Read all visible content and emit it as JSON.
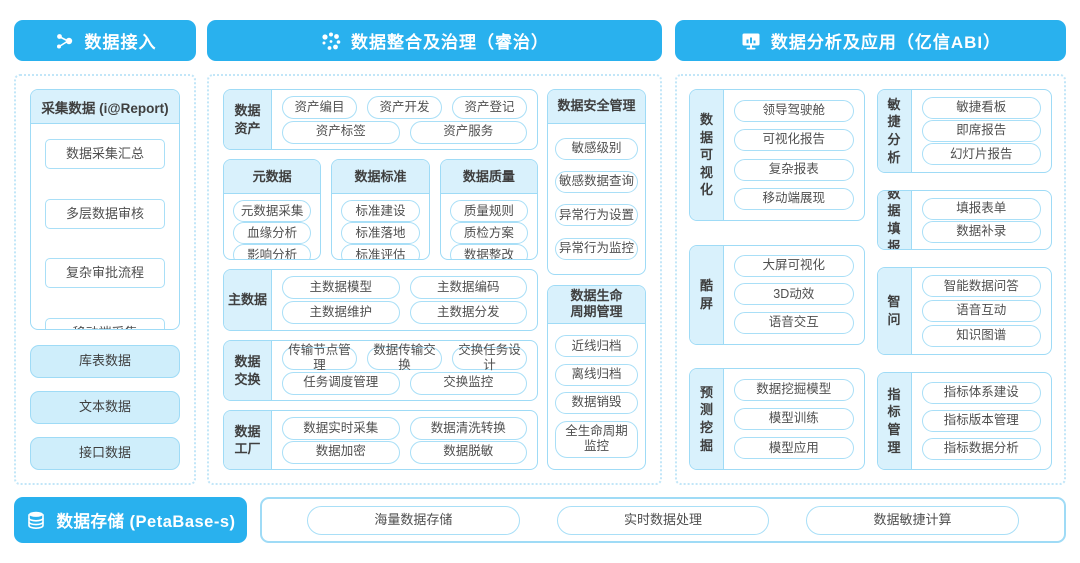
{
  "colors": {
    "header_blue": "#29b1ee",
    "light_fill": "#d9f1fc",
    "group_border": "#9fdbf6",
    "pill_border": "#a9dff7",
    "text_dark": "#4a4a4a"
  },
  "headers": {
    "access": "数据接入",
    "governance": "数据整合及治理（睿治）",
    "analysis": "数据分析及应用（亿信ABI）",
    "storage": "数据存储 (PetaBase-s)"
  },
  "icons": {
    "access": "share-nodes-icon",
    "governance": "dots-cluster-icon",
    "analysis": "monitor-chart-icon",
    "storage": "database-icon"
  },
  "access": {
    "card_title": "采集数据 (i@Report)",
    "card_items": [
      "数据采集汇总",
      "多层数据审核",
      "复杂审批流程",
      "移动端采集"
    ],
    "sources": [
      "库表数据",
      "文本数据",
      "接口数据"
    ]
  },
  "governance": {
    "asset": {
      "label": "数据\n资产",
      "row1": [
        "资产编目",
        "资产开发",
        "资产登记"
      ],
      "row2": [
        "资产标签",
        "资产服务"
      ]
    },
    "meta": {
      "title": "元数据",
      "items": [
        "元数据采集",
        "血缘分析",
        "影响分析"
      ]
    },
    "standard": {
      "title": "数据标准",
      "items": [
        "标准建设",
        "标准落地",
        "标准评估"
      ]
    },
    "quality": {
      "title": "数据质量",
      "items": [
        "质量规则",
        "质检方案",
        "数据整改"
      ]
    },
    "master": {
      "label": "主数据",
      "row1": [
        "主数据模型",
        "主数据编码"
      ],
      "row2": [
        "主数据维护",
        "主数据分发"
      ]
    },
    "exchange": {
      "label": "数据\n交换",
      "row1": [
        "传输节点管理",
        "数据传输交换",
        "交换任务设计"
      ],
      "row2": [
        "任务调度管理",
        "交换监控"
      ]
    },
    "factory": {
      "label": "数据\n工厂",
      "row1": [
        "数据实时采集",
        "数据清洗转换"
      ],
      "row2": [
        "数据加密",
        "数据脱敏"
      ]
    },
    "security": {
      "title": "数据安全管理",
      "items": [
        "敏感级别",
        "敏感数据查询",
        "异常行为设置",
        "异常行为监控"
      ]
    },
    "lifecycle": {
      "title": "数据生命\n周期管理",
      "items": [
        "近线归档",
        "离线归档",
        "数据销毁",
        "全生命周期\n监控"
      ]
    }
  },
  "analysis": {
    "visualization": {
      "label": "数据可视化",
      "items": [
        "领导驾驶舱",
        "可视化报告",
        "复杂报表",
        "移动端展现"
      ]
    },
    "coolscreen": {
      "label": "酷屏",
      "items": [
        "大屏可视化",
        "3D动效",
        "语音交互"
      ]
    },
    "mining": {
      "label": "预测挖掘",
      "items": [
        "数据挖掘模型",
        "模型训练",
        "模型应用"
      ]
    },
    "agile": {
      "label": "敏捷分析",
      "items": [
        "敏捷看板",
        "即席报告",
        "幻灯片报告"
      ]
    },
    "filling": {
      "label": "数据填报",
      "items": [
        "填报表单",
        "数据补录"
      ]
    },
    "zhiwen": {
      "label": "智问",
      "items": [
        "智能数据问答",
        "语音互动",
        "知识图谱"
      ]
    },
    "indicator": {
      "label": "指标管理",
      "items": [
        "指标体系建设",
        "指标版本管理",
        "指标数据分析"
      ]
    }
  },
  "storage": {
    "items": [
      "海量数据存储",
      "实时数据处理",
      "数据敏捷计算"
    ]
  }
}
